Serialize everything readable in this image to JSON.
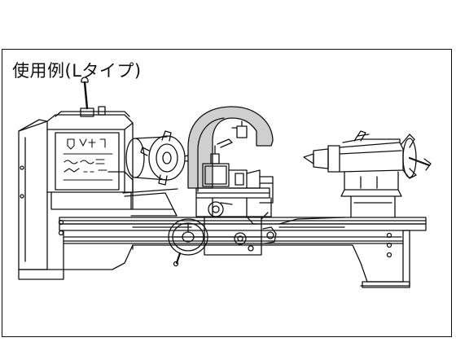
{
  "caption": "使用例(Lタイプ)",
  "colors": {
    "line": "#111111",
    "highlight_fill": "#cfcfcf",
    "background": "#ffffff"
  },
  "figure": {
    "subject": "lathe",
    "highlighted_part": "chuck-guard"
  }
}
